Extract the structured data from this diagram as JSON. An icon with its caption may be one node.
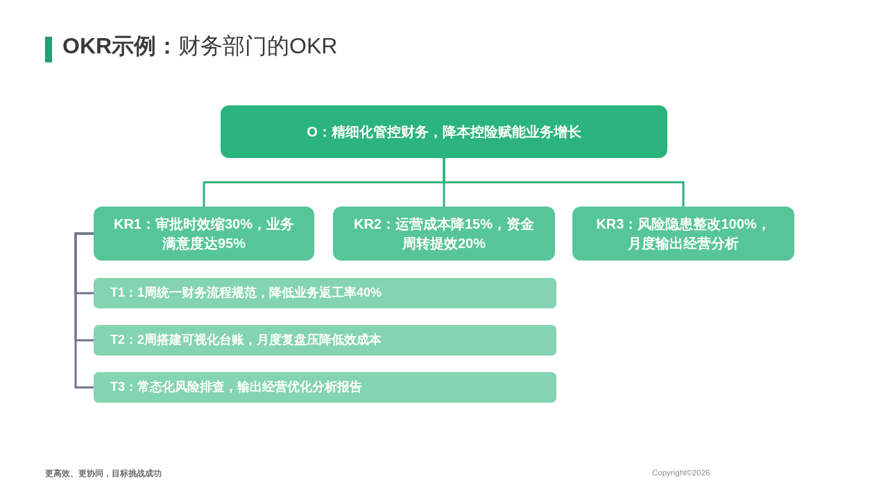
{
  "diagram": {
    "title": "**OKR示例：**财务部门的OKR",
    "nodes": [
      {
        "text": [
          "O：精细化管控财务，降本控险赋能业务增长"
        ]
      },
      {
        "text": [
          "KR1：审批时效缩30%，业务满意度达95%"
        ]
      },
      {
        "text": [
          "KR2：运营成本降15%，资金周转提效20%"
        ]
      },
      {
        "text": [
          "KR3：风险隐患整改100%，月度输出经营分析"
        ]
      },
      {
        "text": [
          "T1：1周统一财务流程规范，降低业务返工率40%"
        ]
      },
      {
        "text": [
          "T2：2周搭建可视化台账，月度复盘压降低效成本"
        ]
      },
      {
        "text": [
          "T3：常态化风险排查，输出经营优化分析报告"
        ]
      }
    ],
    "edges": [
      {
        "from": 0,
        "to": 1,
        "arrow": "none",
        "color": "#2bb47d"
      },
      {
        "from": 0,
        "to": 2,
        "arrow": "none",
        "color": "#2bb47d"
      },
      {
        "from": 0,
        "to": 3,
        "arrow": "none",
        "color": "#2bb47d"
      },
      {
        "from": 1,
        "to": 4,
        "arrow": "none",
        "color": "#6e7589"
      },
      {
        "from": 1,
        "to": 5,
        "arrow": "none",
        "color": "#6e7589"
      },
      {
        "from": 1,
        "to": 6,
        "arrow": "none",
        "color": "#6e7589"
      }
    ],
    "labels": [
      "更高效、更协同，目标挑战成功",
      "Copyright©2026"
    ]
  }
}
